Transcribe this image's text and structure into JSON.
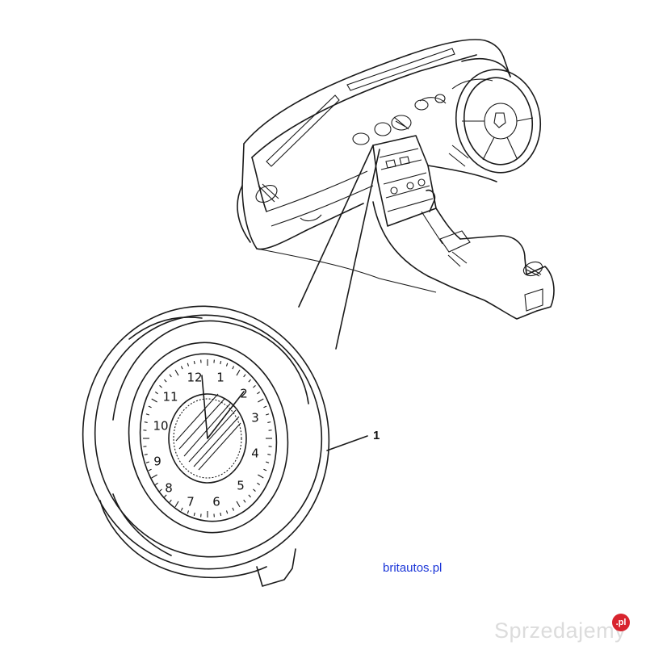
{
  "callout": {
    "label": "1"
  },
  "clock": {
    "numerals": [
      "12",
      "1",
      "2",
      "3",
      "4",
      "5",
      "6",
      "7",
      "8",
      "9",
      "10",
      "11"
    ]
  },
  "credit": {
    "text": "britautos.pl"
  },
  "watermark": {
    "text": "Sprzedajemy",
    "badge": ".pl"
  },
  "icons": {
    "dashboard": "car-dashboard-line-drawing",
    "clock": "analog-clock-line-drawing"
  }
}
